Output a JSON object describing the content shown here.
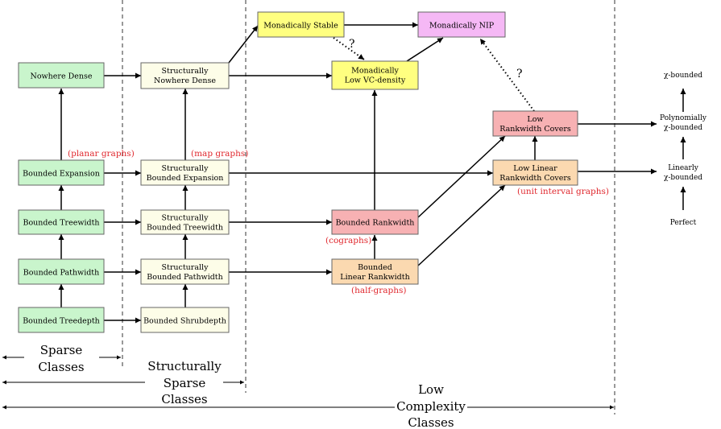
{
  "colors": {
    "green": "#c9f5cc",
    "cream": "#fdfde8",
    "yellow": "#ffff80",
    "pink": "#f5b8f5",
    "red": "#f7b1b3",
    "peach": "#fbd9b0",
    "annotation": "#e0282e"
  },
  "nodes": {
    "nowhere_dense": [
      "Nowhere Dense"
    ],
    "bounded_expansion": [
      "Bounded Expansion"
    ],
    "bounded_treewidth": [
      "Bounded Treewidth"
    ],
    "bounded_pathwidth": [
      "Bounded Pathwidth"
    ],
    "bounded_treedepth": [
      "Bounded Treedepth"
    ],
    "structurally_nowhere_dense": [
      "Structurally",
      "Nowhere Dense"
    ],
    "structurally_bounded_expansion": [
      "Structurally",
      "Bounded Expansion"
    ],
    "structurally_bounded_treewidth": [
      "Structurally",
      "Bounded Treewidth"
    ],
    "structurally_bounded_pathwidth": [
      "Structurally",
      "Bounded Pathwidth"
    ],
    "bounded_shrubdepth": [
      "Bounded Shrubdepth"
    ],
    "monadically_stable": [
      "Monadically Stable"
    ],
    "monadically_nip": [
      "Monadically NIP"
    ],
    "monadically_low_vc": [
      "Monadically",
      "Low VC-density"
    ],
    "bounded_rankwidth": [
      "Bounded Rankwidth"
    ],
    "bounded_linear_rankwidth": [
      "Bounded",
      "Linear Rankwidth"
    ],
    "low_rankwidth_covers": [
      "Low",
      "Rankwidth Covers"
    ],
    "low_linear_rankwidth_covers": [
      "Low Linear",
      "Rankwidth Covers"
    ]
  },
  "annotations": {
    "planar": "(planar graphs)",
    "map": "(map graphs)",
    "cographs": "(cographs)",
    "half_graphs": "(half-graphs)",
    "unit_interval": "(unit interval graphs)"
  },
  "question_marks": [
    "?",
    "?"
  ],
  "chi_labels": {
    "chi_bounded": [
      "χ-bounded"
    ],
    "poly_chi_bounded": [
      "Polynomially",
      "χ-bounded"
    ],
    "lin_chi_bounded": [
      "Linearly",
      "χ-bounded"
    ],
    "perfect": [
      "Perfect"
    ]
  },
  "class_labels": {
    "sparse": [
      "Sparse",
      "Classes"
    ],
    "structurally_sparse": [
      "Structurally",
      "Sparse",
      "Classes"
    ],
    "low_complexity": [
      "Low",
      "Complexity",
      "Classes"
    ]
  }
}
